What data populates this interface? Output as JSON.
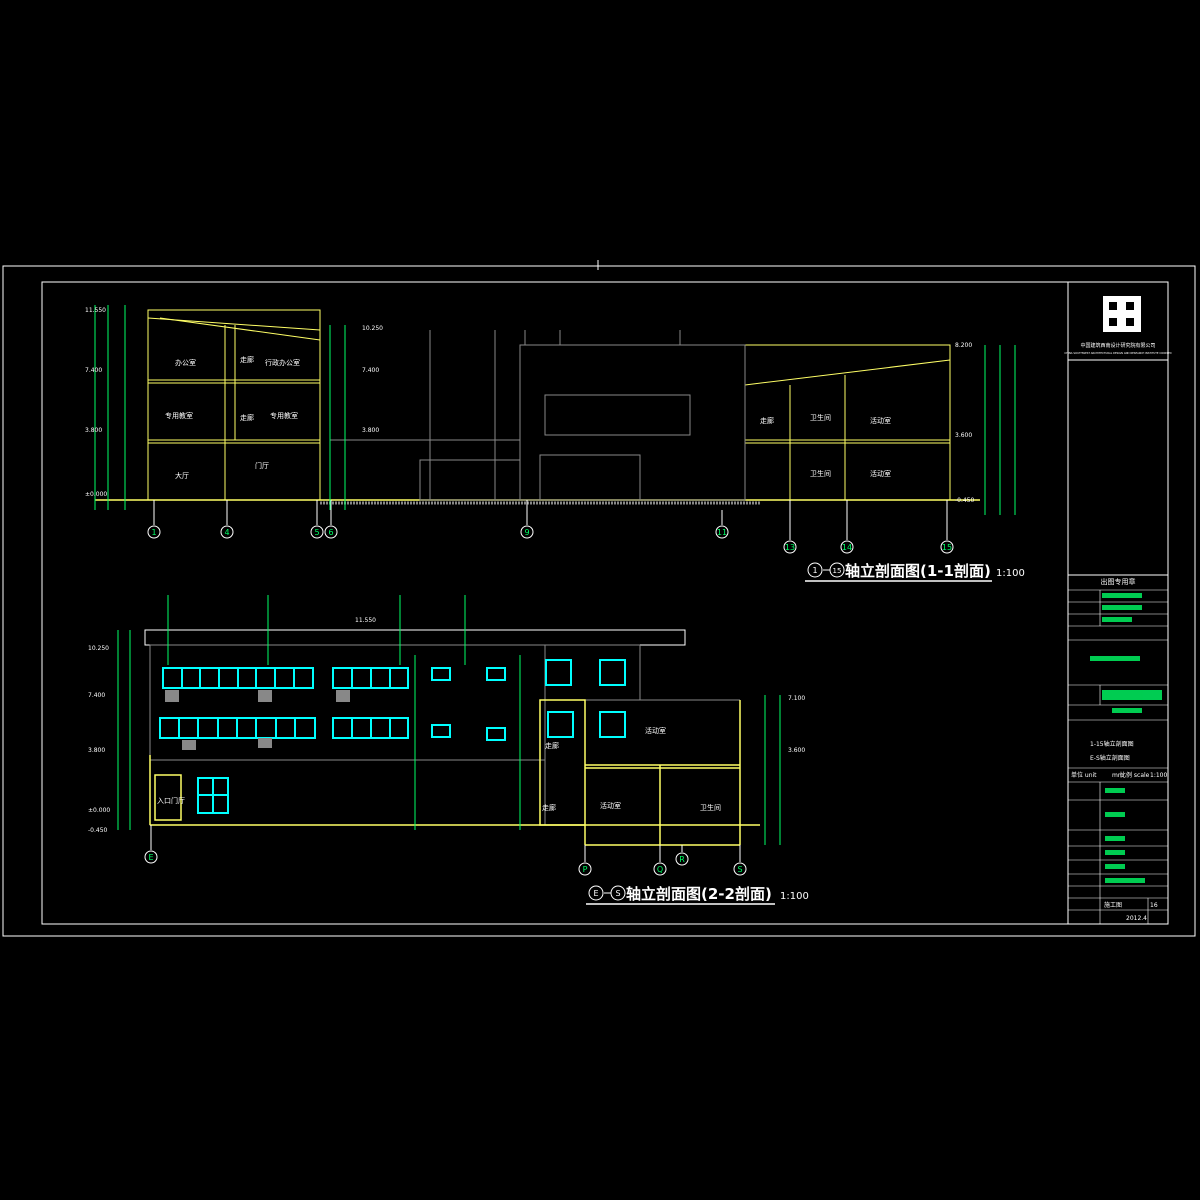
{
  "drawing": {
    "section1": {
      "title": "轴立剖面图(1-1剖面)",
      "scale": "1:100",
      "axis_start": "1",
      "axis_end": "15",
      "axis_labels": [
        "1",
        "4",
        "5",
        "6",
        "9",
        "11",
        "13",
        "14",
        "15"
      ],
      "room_labels": [
        "办公室",
        "走廊",
        "行政办公室",
        "专用教室",
        "走廊",
        "专用教室",
        "大厅",
        "门厅",
        "走廊",
        "卫生间",
        "活动室",
        "卫生间",
        "活动室"
      ],
      "elevation_labels": [
        "11.550",
        "7.400",
        "3.800",
        "±0.000",
        "10.250",
        "7.400",
        "3.800",
        "8.200",
        "3.600",
        "-0.450"
      ]
    },
    "section2": {
      "title": "轴立剖面图(2-2剖面)",
      "scale": "1:100",
      "axis_start": "E",
      "axis_end": "S",
      "axis_labels": [
        "E",
        "P",
        "Q",
        "R",
        "S"
      ],
      "room_labels": [
        "入口门厅",
        "走廊",
        "活动室",
        "卫生间",
        "走廊",
        "活动室"
      ],
      "elevation_labels": [
        "11.550",
        "10.250",
        "7.400",
        "3.800",
        "±0.000",
        "-0.450",
        "7.100",
        "3.600"
      ]
    }
  },
  "title_block": {
    "company": "中国建筑西南设计研究院有限公司",
    "company_en": "CHINA SOUTHWEST ARCHITECTURAL DESIGN AND RESEARCH INSTITUTE CORP.LTD",
    "stamp_heading": "出图专用章",
    "drawing_names": [
      "1-15轴立剖面图",
      "E-S轴立剖面图"
    ],
    "scale_label": "比例 scale",
    "scale_value": "1:100",
    "unit_label": "单位 unit",
    "unit_value": "mm",
    "date_value": "2012.4",
    "sheet_no": "16",
    "phase": "施工图"
  },
  "colors": {
    "background": "#000000",
    "frame": "#ffffff",
    "structure": "#ffff66",
    "window": "#00ffff",
    "annotation": "#00ff66",
    "label": "#ffffff",
    "hatch": "#888888",
    "accent": "#ff66ff"
  }
}
